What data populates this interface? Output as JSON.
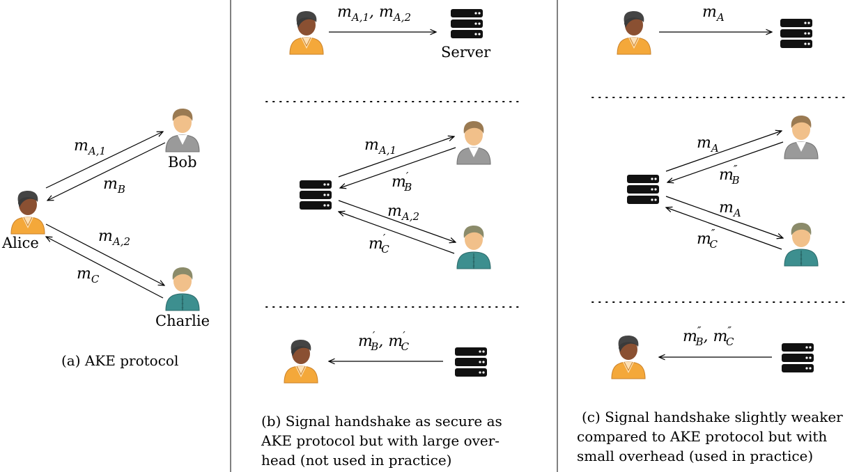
{
  "panel_a": {
    "caption": "(a) AKE protocol",
    "alice_label": "Alice",
    "bob_label": "Bob",
    "charlie_label": "Charlie",
    "msg_to_bob": {
      "base": "m",
      "sub": "A,1",
      "prime": ""
    },
    "msg_from_bob": {
      "base": "m",
      "sub": "B",
      "prime": ""
    },
    "msg_to_charlie": {
      "base": "m",
      "sub": "A,2",
      "prime": ""
    },
    "msg_from_charlie": {
      "base": "m",
      "sub": "C",
      "prime": ""
    }
  },
  "panel_b": {
    "caption_lines": [
      "(b) Signal handshake as secure as",
      "AKE protocol but with large over-",
      "head (not used in practice)"
    ],
    "server_label": "Server",
    "top_msg": "m_A,1, m_A,2",
    "top_msg_parts": [
      {
        "base": "m",
        "sub": "A,1"
      },
      {
        "base": "m",
        "sub": "A,2"
      }
    ],
    "msg_to_bob": {
      "base": "m",
      "sub": "A,1",
      "prime": ""
    },
    "msg_from_bob": {
      "base": "m",
      "sub": "B",
      "prime": "′"
    },
    "msg_to_charlie": {
      "base": "m",
      "sub": "A,2",
      "prime": ""
    },
    "msg_from_charlie": {
      "base": "m",
      "sub": "C",
      "prime": "′"
    },
    "bottom_msg_parts": [
      {
        "base": "m",
        "sub": "B",
        "prime": "′"
      },
      {
        "base": "m",
        "sub": "C",
        "prime": "′"
      }
    ]
  },
  "panel_c": {
    "caption_lines": [
      "(c) Signal handshake slightly weaker",
      "compared to AKE protocol but with",
      "small overhead (used in practice)"
    ],
    "top_msg": {
      "base": "m",
      "sub": "A",
      "prime": ""
    },
    "msg_to_bob": {
      "base": "m",
      "sub": "A",
      "prime": ""
    },
    "msg_from_bob": {
      "base": "m",
      "sub": "B",
      "prime": "″"
    },
    "msg_to_charlie": {
      "base": "m",
      "sub": "A",
      "prime": ""
    },
    "msg_from_charlie": {
      "base": "m",
      "sub": "C",
      "prime": "″"
    },
    "bottom_msg_parts": [
      {
        "base": "m",
        "sub": "B",
        "prime": "″"
      },
      {
        "base": "m",
        "sub": "C",
        "prime": "″"
      }
    ]
  },
  "colors": {
    "alice": "#f4a83a",
    "bob": "#9a9a9a",
    "charlie": "#3d8f8f",
    "server": "#111111"
  },
  "icons": [
    "alice-person-icon",
    "bob-person-icon",
    "charlie-person-icon",
    "server-icon"
  ]
}
